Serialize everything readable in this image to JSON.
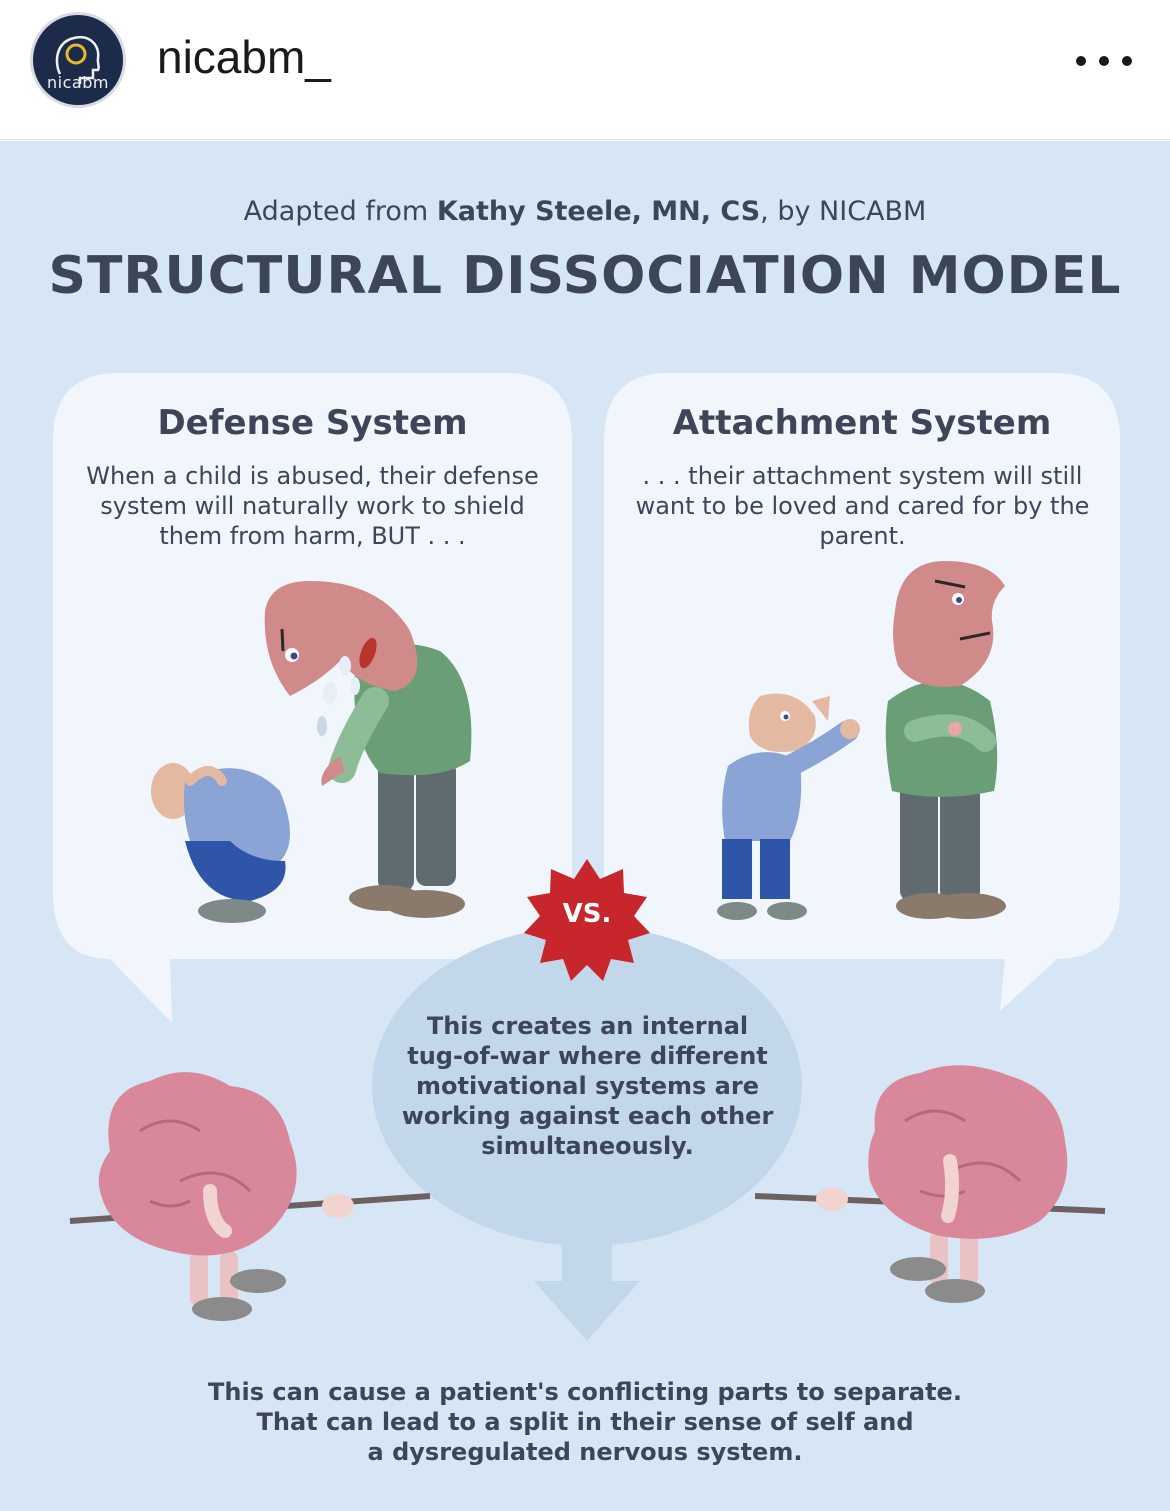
{
  "header": {
    "username": "nicabm_",
    "avatar_label": "nicabm",
    "more_icon": "ellipsis-icon"
  },
  "post": {
    "subtitle_prefix": "Adapted from ",
    "subtitle_author": "Kathy Steele, MN, CS",
    "subtitle_suffix": ", by NICABM",
    "title": "STRUCTURAL DISSOCIATION MODEL",
    "left_panel": {
      "title": "Defense System",
      "text": "When a child is abused, their defense system will naturally work to shield them from harm, BUT . . ."
    },
    "right_panel": {
      "title": "Attachment System",
      "text": ". . . their attachment system will still want to be loved and cared for by the parent."
    },
    "vs_label": "VS.",
    "center_text": "This creates an internal tug-of-war where different motivational systems are working against each other simultaneously.",
    "bottom_lines": [
      "This can cause a patient's conflicting parts to separate.",
      "That can lead to a split in their sense of self and",
      "a dysregulated nervous system."
    ],
    "colors": {
      "background": "#d7e6f5",
      "panel": "#f1f6fc",
      "text": "#3d4658",
      "starburst": "#c8262d",
      "brain": "#d9889b",
      "adult_skin": "#d08a8a",
      "child_skin": "#e4b9a2",
      "sweater": "#6a9e76",
      "pants": "#5f6b6e",
      "child_shirt": "#8aa4d6",
      "child_pants": "#2f55a8"
    }
  }
}
